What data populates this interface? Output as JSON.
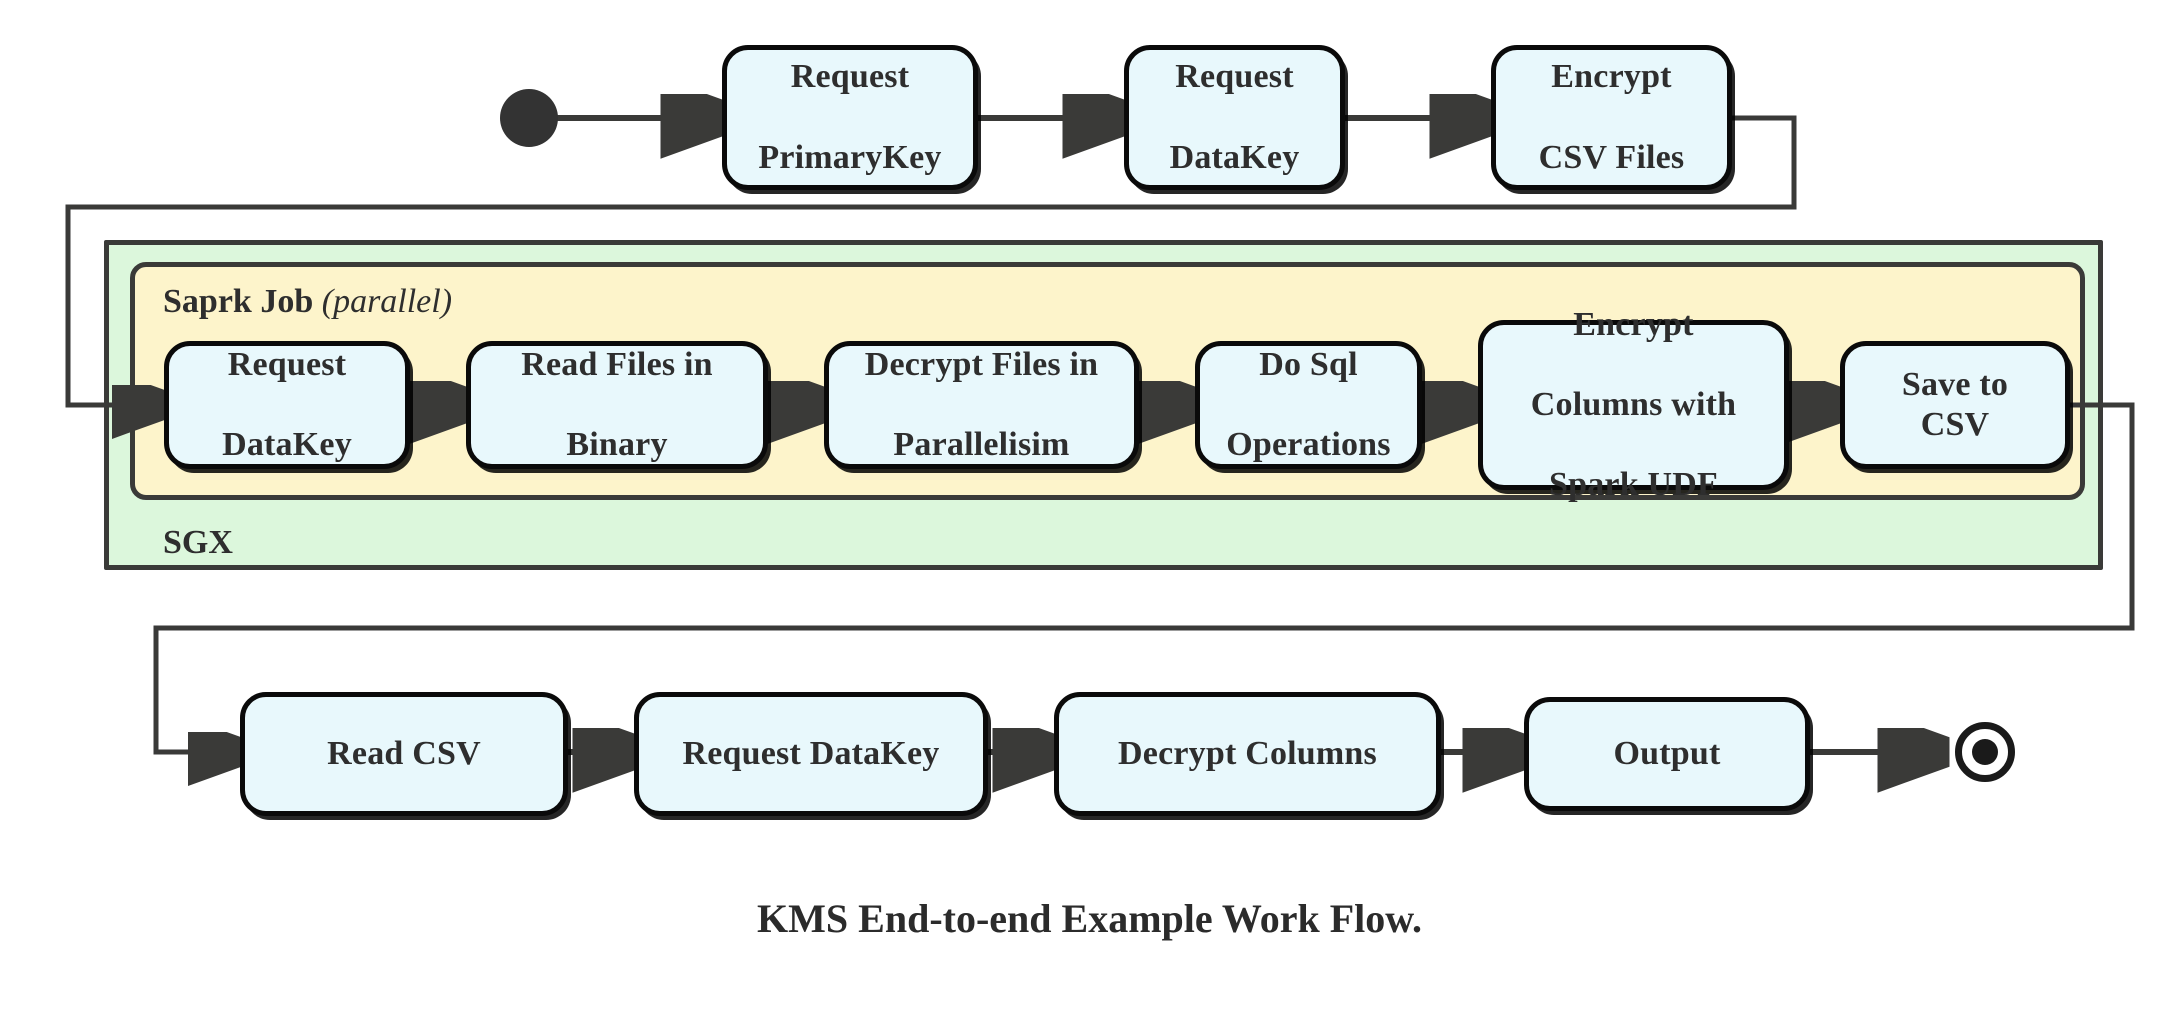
{
  "diagram": {
    "title": "KMS End-to-end Example Work Flow.",
    "colors": {
      "node_fill": "#e8f8fc",
      "node_stroke": "#0a0a0a",
      "sgx_fill": "#dcf7dc",
      "spark_fill": "#fdf4cb",
      "group_stroke": "#3a3a38",
      "edge_stroke": "#3a3a38",
      "text": "#2e2e2e",
      "background": "#ffffff"
    },
    "start_node": "filled-circle",
    "end_node": "bullseye-circle",
    "groups": {
      "sgx": {
        "label": "SGX",
        "label_position": "bottom-left"
      },
      "spark": {
        "label": "Saprk Job",
        "modifier": "parallel",
        "label_position": "top-left"
      }
    },
    "rows": {
      "top": [
        {
          "id": "request-primarykey",
          "lines": [
            "Request",
            "PrimaryKey"
          ]
        },
        {
          "id": "request-datakey-top",
          "lines": [
            "Request",
            "DataKey"
          ]
        },
        {
          "id": "encrypt-csv-files",
          "lines": [
            "Encrypt",
            "CSV Files"
          ]
        }
      ],
      "middle": [
        {
          "id": "request-datakey-spark",
          "lines": [
            "Request",
            "DataKey"
          ]
        },
        {
          "id": "read-files-in-binary",
          "lines": [
            "Read Files in",
            "Binary"
          ]
        },
        {
          "id": "decrypt-files-in-parallelisim",
          "lines": [
            "Decrypt Files in",
            "Parallelisim"
          ]
        },
        {
          "id": "do-sql-operations",
          "lines": [
            "Do Sql",
            "Operations"
          ]
        },
        {
          "id": "encrypt-columns-with-spark-udf",
          "lines": [
            "Encrypt",
            "Columns with",
            "Spark UDF"
          ]
        },
        {
          "id": "save-to-csv",
          "lines": [
            "Save to CSV"
          ]
        }
      ],
      "bottom": [
        {
          "id": "read-csv",
          "lines": [
            "Read CSV"
          ]
        },
        {
          "id": "request-datakey-bottom",
          "lines": [
            "Request DataKey"
          ]
        },
        {
          "id": "decrypt-columns",
          "lines": [
            "Decrypt Columns"
          ]
        },
        {
          "id": "output",
          "lines": [
            "Output"
          ]
        }
      ]
    }
  }
}
